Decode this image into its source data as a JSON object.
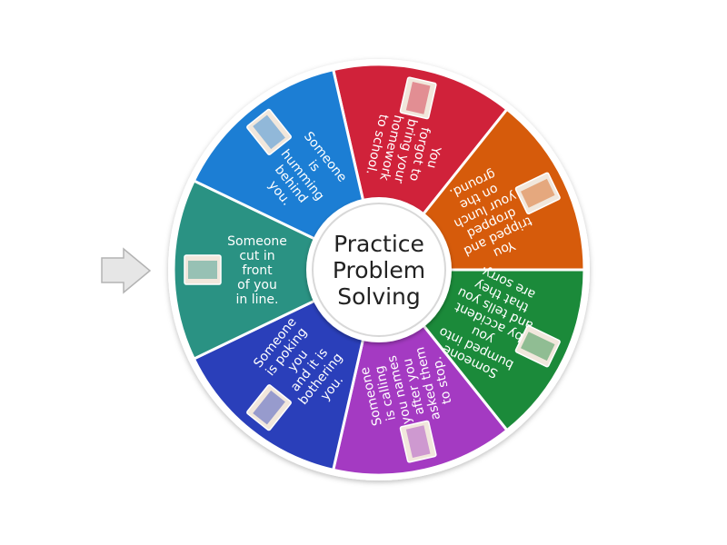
{
  "wheel": {
    "center_label": [
      "Practice",
      "Problem",
      "Solving"
    ],
    "segments": [
      {
        "text": [
          "You",
          "forgot to",
          "bring your",
          "homework",
          "to school."
        ],
        "color": "#d0223a",
        "image": "homework-photo"
      },
      {
        "text": [
          "You",
          "tripped and",
          "dropped",
          "your lunch",
          "on the",
          "ground."
        ],
        "color": "#d65b0b",
        "image": "dropped-lunch-photo"
      },
      {
        "text": [
          "Someone",
          "bumped into",
          "you",
          "by accident",
          "and tells you",
          "that they",
          "are sorry."
        ],
        "color": "#1b8a3a",
        "image": "swimmer-photo"
      },
      {
        "text": [
          "Someone",
          "is calling",
          "you names",
          "after you",
          "asked them",
          "to stop."
        ],
        "color": "#a43ac2",
        "image": "name-calling-cartoon"
      },
      {
        "text": [
          "Someone",
          "is poking",
          "you",
          "and it is",
          "bothering",
          "you."
        ],
        "color": "#2a3fba",
        "image": "poking-finger-photo"
      },
      {
        "text": [
          "Someone",
          "cut in",
          "front",
          "of you",
          "in line."
        ],
        "color": "#2a9283",
        "image": "line-of-people-photo"
      },
      {
        "text": [
          "Someone",
          "is",
          "humming",
          "behind",
          "you."
        ],
        "color": "#1c7ed4",
        "image": "kids-group-photo"
      }
    ]
  },
  "pointer": {
    "icon": "arrow-right-icon",
    "color": "#e6e6e6"
  }
}
